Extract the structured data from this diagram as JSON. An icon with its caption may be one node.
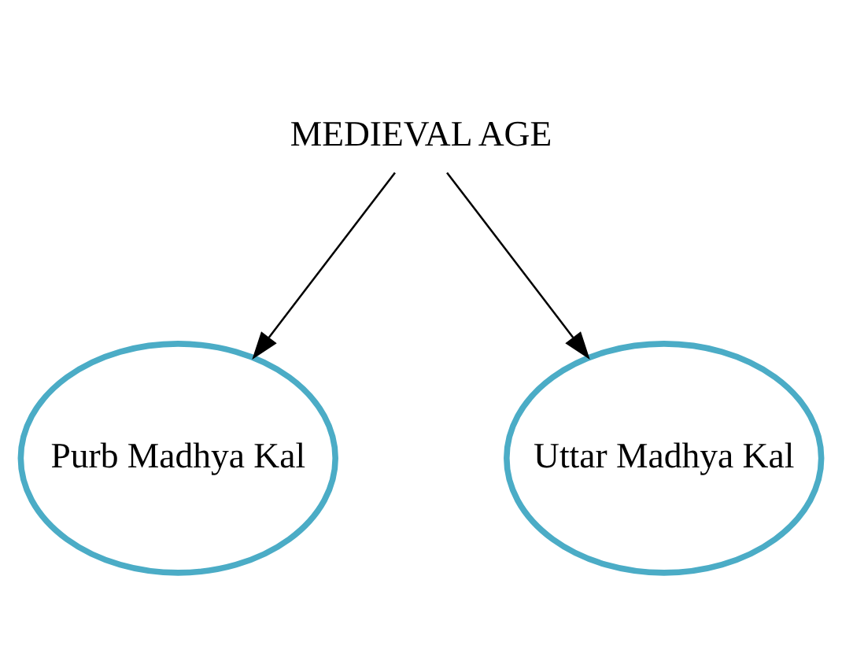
{
  "diagram": {
    "nodes": [
      {
        "text": [
          "MEDIEVAL AGE"
        ]
      },
      {
        "text": [
          "Purb Madhya Kal"
        ]
      },
      {
        "text": [
          "Uttar Madhya Kal"
        ]
      }
    ],
    "edges": [
      {
        "from": 0,
        "to": 1,
        "arrow": "to"
      },
      {
        "from": 0,
        "to": 2,
        "arrow": "to"
      }
    ]
  }
}
